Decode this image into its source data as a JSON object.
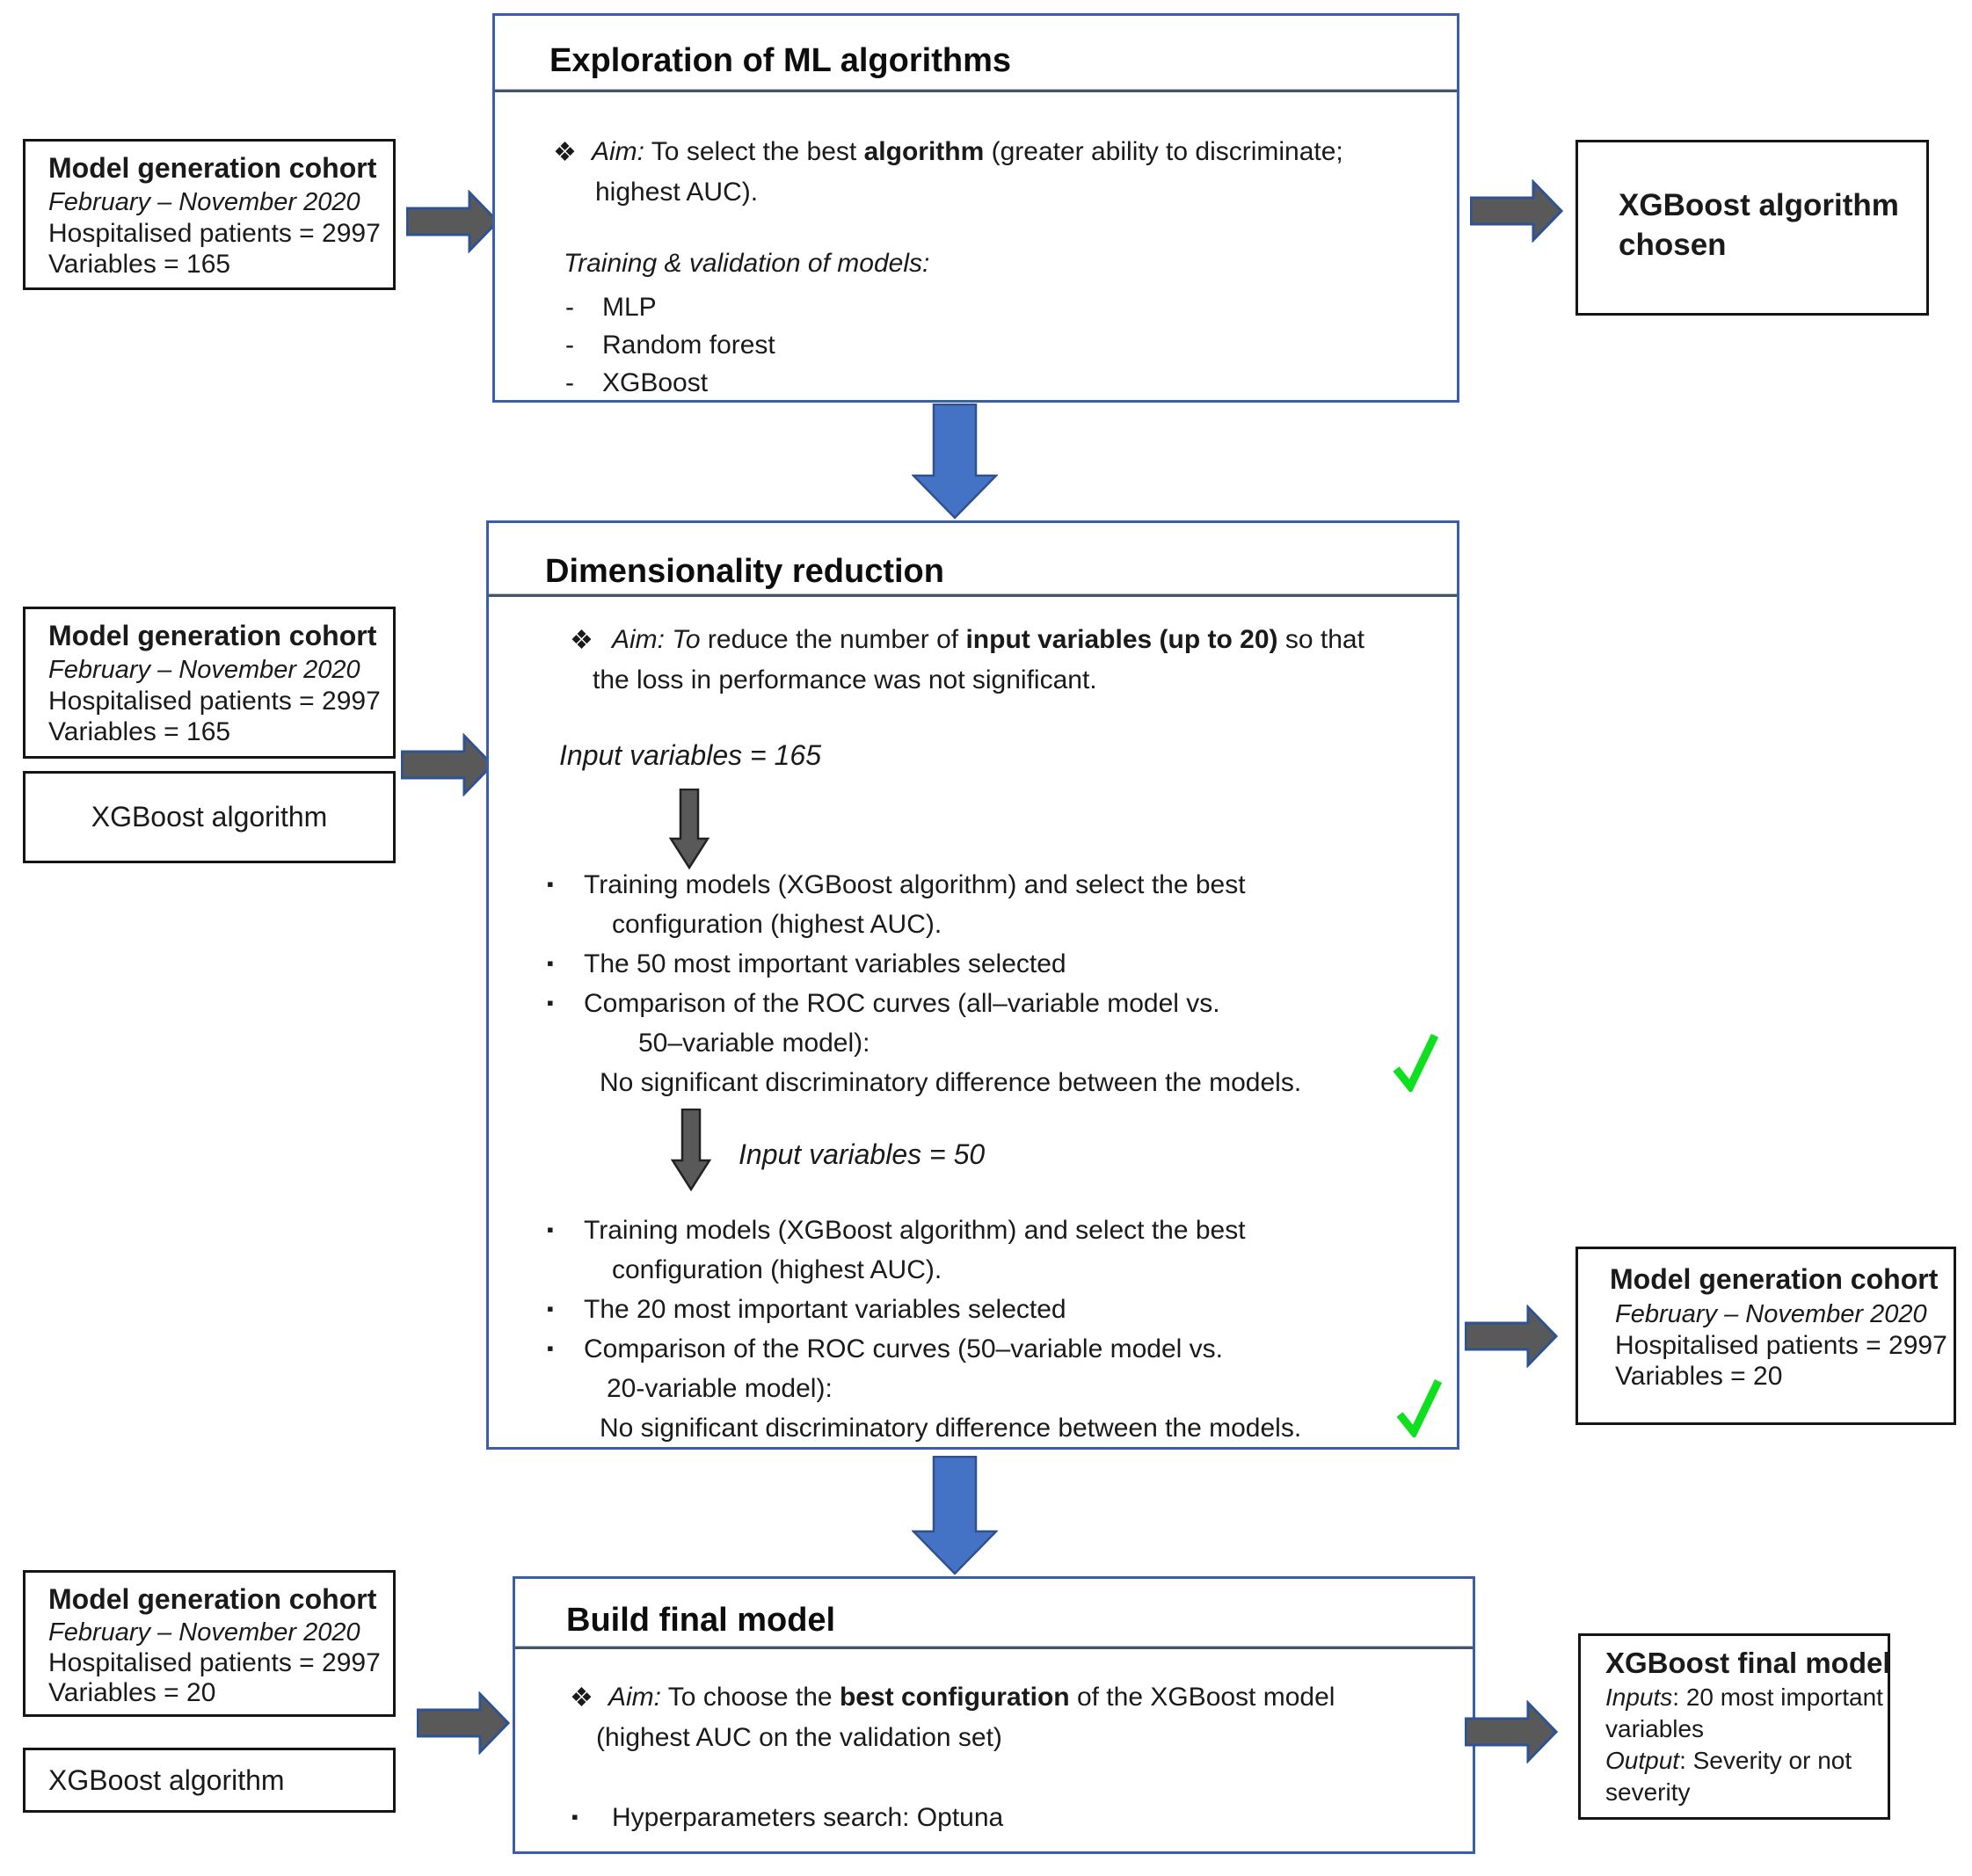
{
  "colors": {
    "process_box_border": "#3b5ea9",
    "side_box_border": "#151515",
    "blue_arrow_fill": "#4472c4",
    "blue_arrow_stroke": "#2f528f",
    "gray_arrow_fill": "#595959",
    "gray_right_arrow_stroke": "#2e5394",
    "gray_down_arrow_stroke": "#222222",
    "check_green": "#0ee01f",
    "divider": "#44546a"
  },
  "stage1": {
    "cohort_box": {
      "title": "Model generation cohort",
      "period": "February – November 2020",
      "patients": "Hospitalised patients = 2997",
      "variables": "Variables = 165"
    },
    "main_box": {
      "title": "Exploration of ML algorithms",
      "aim_marker": "❖",
      "aim_label": "Aim:",
      "aim_pre": " To select the best ",
      "aim_bold": "algorithm",
      "aim_post": " (greater ability to discriminate;",
      "aim_line2": "highest AUC).",
      "training_heading": "Training & validation of models:",
      "models": [
        {
          "dash": "-",
          "label": "MLP"
        },
        {
          "dash": "-",
          "label": "Random forest"
        },
        {
          "dash": "-",
          "label": "XGBoost"
        }
      ]
    },
    "result_box": {
      "line1": "XGBoost algorithm",
      "line2": "chosen"
    }
  },
  "stage2": {
    "cohort_box": {
      "title": "Model generation cohort",
      "period": "February – November 2020",
      "patients": "Hospitalised patients = 2997",
      "variables": "Variables = 165"
    },
    "algorithm_box": {
      "label": "XGBoost algorithm"
    },
    "main_box": {
      "title": "Dimensionality reduction",
      "aim_marker": "❖",
      "aim_label": "Aim: To",
      "aim_pre": " reduce the number of ",
      "aim_bold": "input variables (up to 20)",
      "aim_post": " so that",
      "aim_line2": "the loss in performance was not significant.",
      "input_vars_165": "Input variables = 165",
      "input_vars_50": "Input variables = 50",
      "bullet_marker": "▪",
      "bullets_1": [
        {
          "line1": "Training models (XGBoost algorithm) and select the best",
          "line2": "configuration (highest AUC)."
        },
        {
          "line1": "The 50 most important variables selected"
        },
        {
          "line1": "Comparison of the ROC curves (all–variable model vs.",
          "line2": "50–variable model):",
          "note": "No significant discriminatory difference between the models."
        }
      ],
      "bullets_2": [
        {
          "line1": "Training models (XGBoost algorithm) and select the best",
          "line2": "configuration (highest AUC)."
        },
        {
          "line1": "The 20 most important variables selected"
        },
        {
          "line1": "Comparison of the ROC curves (50–variable model vs.",
          "line2": "20-variable model):",
          "note": "No significant discriminatory difference between the models."
        }
      ]
    },
    "result_box": {
      "title": "Model generation cohort",
      "period": "February – November 2020",
      "patients": "Hospitalised patients = 2997",
      "variables": "Variables = 20"
    }
  },
  "stage3": {
    "cohort_box": {
      "title": "Model generation cohort",
      "period": "February – November 2020",
      "patients": "Hospitalised patients = 2997",
      "variables": "Variables = 20"
    },
    "algorithm_box": {
      "label": "XGBoost algorithm"
    },
    "main_box": {
      "title": "Build final model",
      "aim_marker": "❖",
      "aim_label": "Aim:",
      "aim_pre": " To choose the ",
      "aim_bold": "best configuration",
      "aim_post": " of the XGBoost model",
      "aim_line2": "(highest AUC on the validation set)",
      "bullet_marker": "▪",
      "bullet_text": "Hyperparameters search: Optuna"
    },
    "result_box": {
      "title": "XGBoost final model",
      "inputs_label": "Inputs",
      "inputs_rest": ": 20 most important",
      "inputs_line2": "variables",
      "output_label": "Output",
      "output_rest": ": Severity or not",
      "output_line2": "severity"
    }
  }
}
